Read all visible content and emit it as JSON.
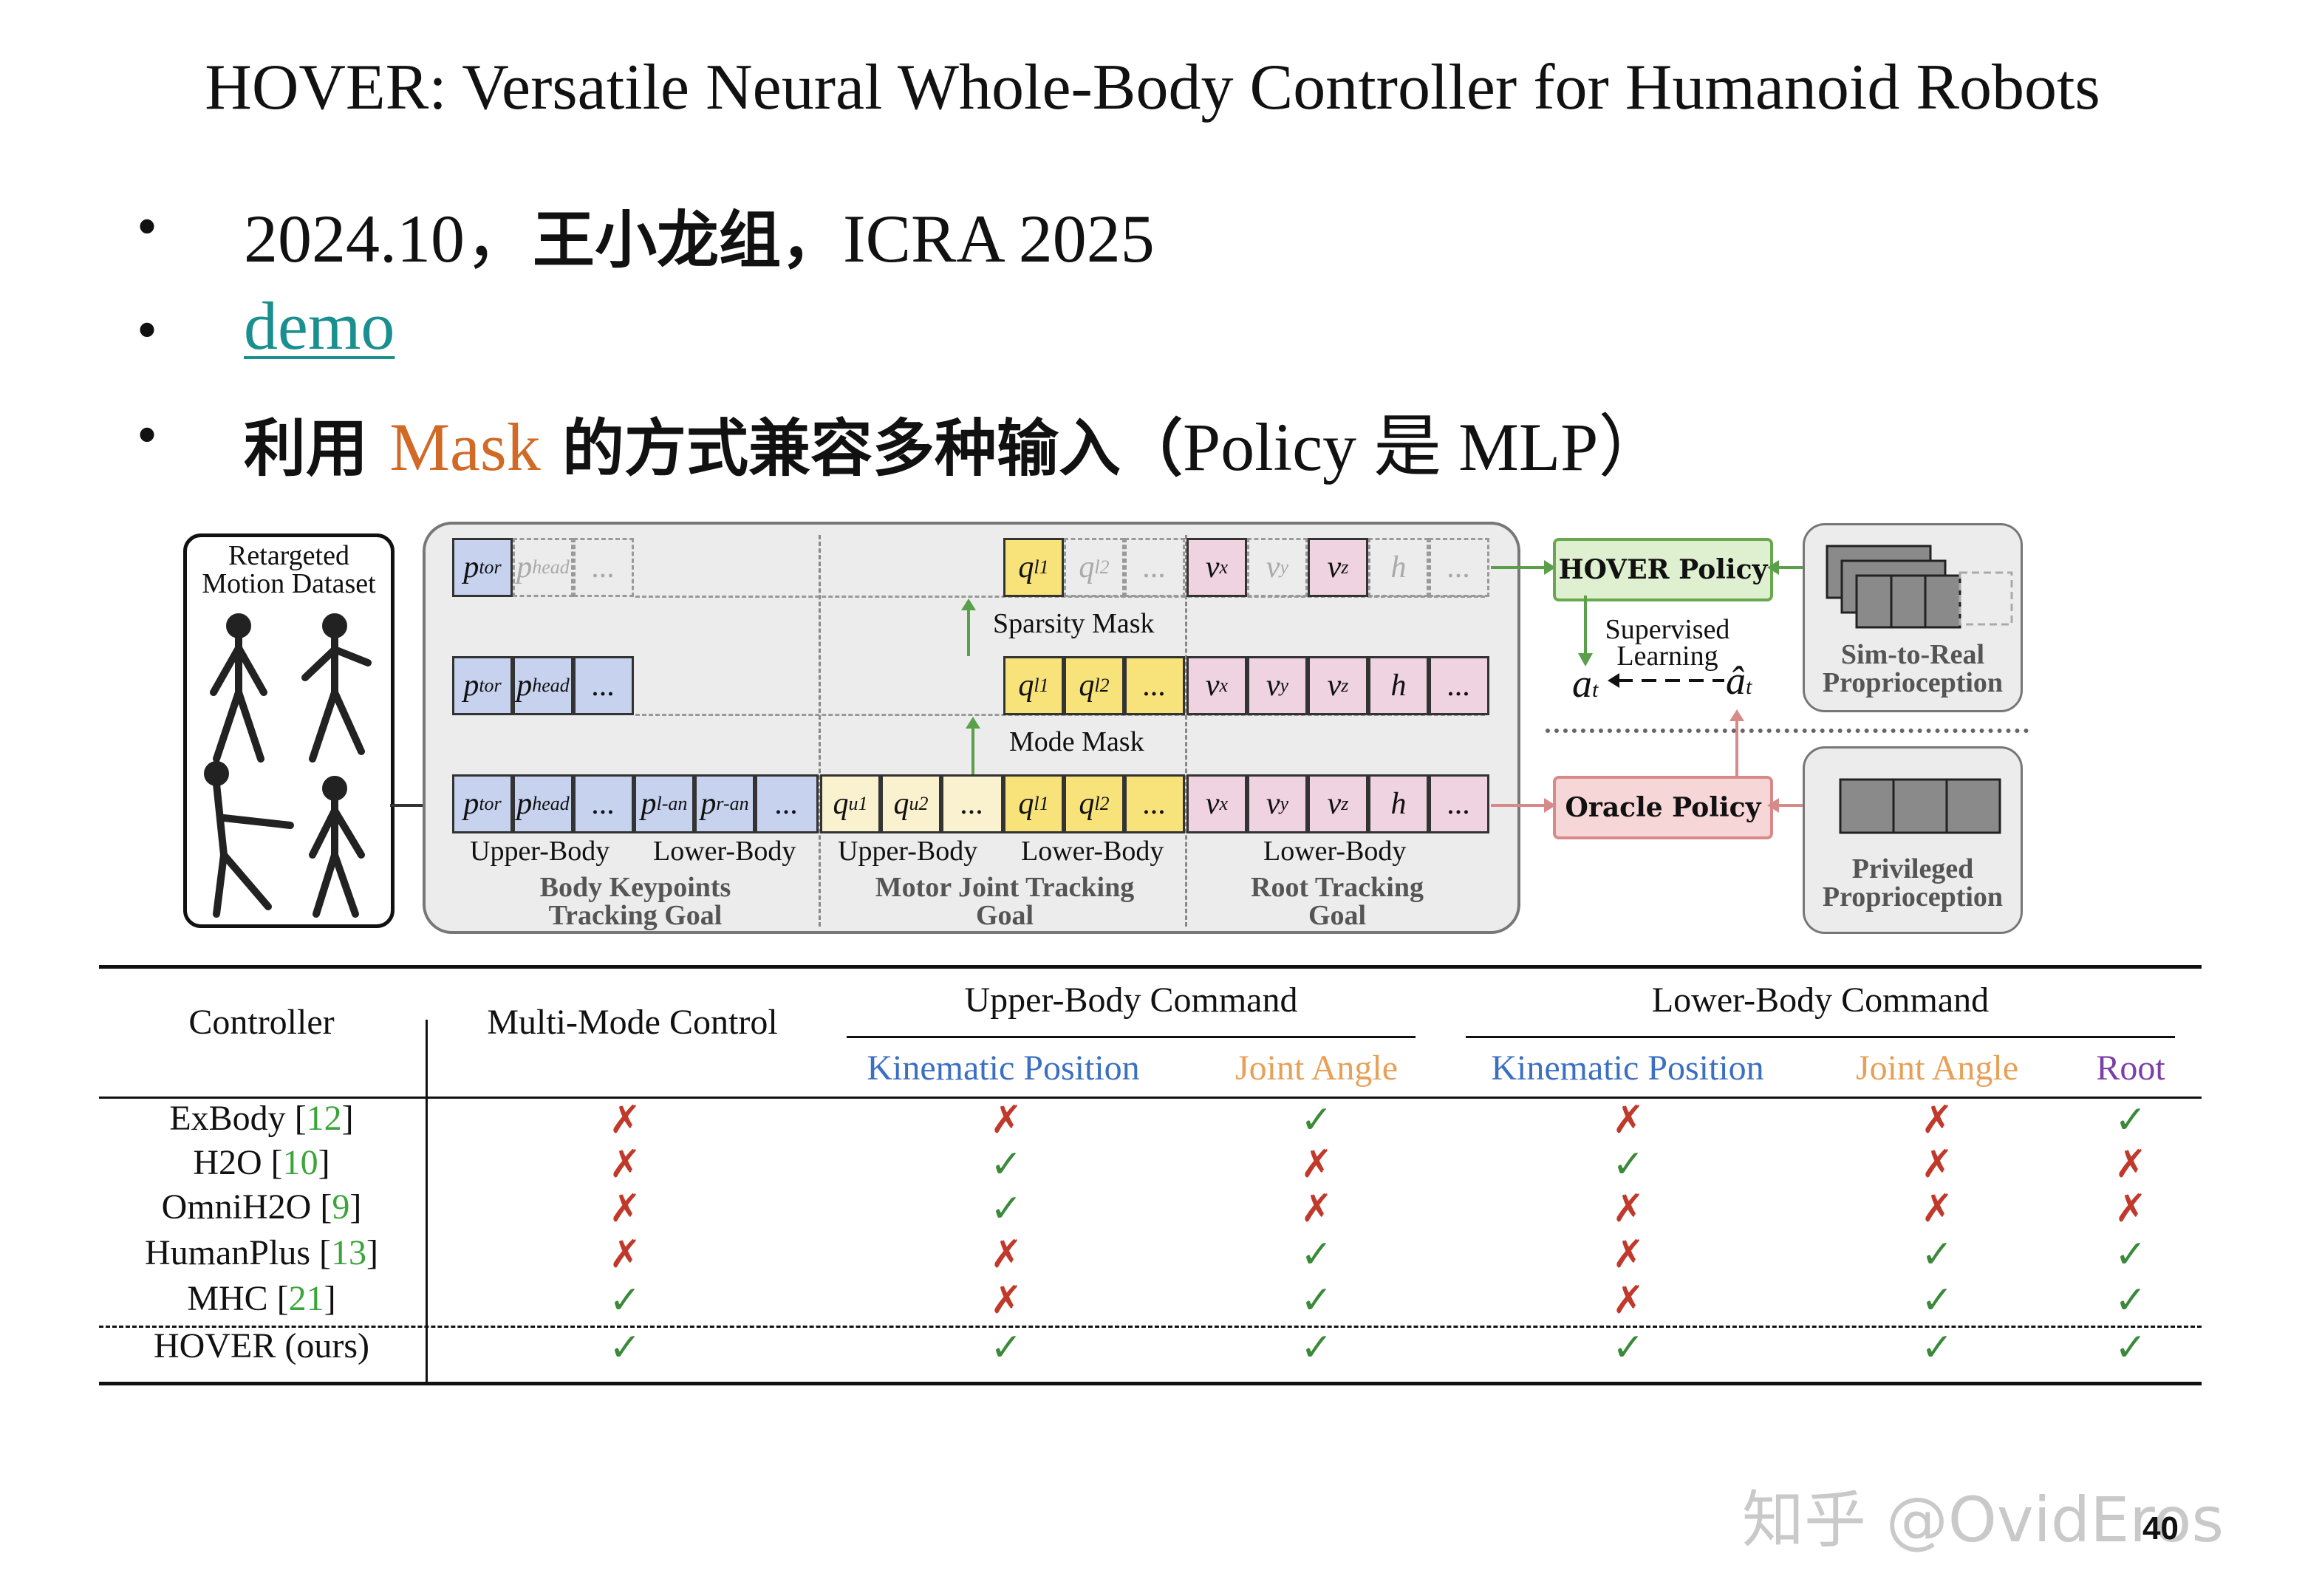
{
  "slide": {
    "title": "HOVER: Versatile Neural Whole-Body Controller for Humanoid Robots",
    "bullets": [
      {
        "a": "2024.10，",
        "b": "王小龙组，",
        "c": "ICRA 2025"
      },
      {
        "link": "demo"
      },
      {
        "pre": "利用 ",
        "mask": "Mask",
        "post": " 的方式兼容多种输入（",
        "policy": "Policy 是 MLP）"
      }
    ],
    "page_number": "40",
    "watermark": "知乎 @OvidEros"
  },
  "diagram": {
    "dataset_label": "Retargeted Motion Dataset",
    "sparsity_mask": "Sparsity Mask",
    "mode_mask": "Mode Mask",
    "upper_body": "Upper-Body",
    "lower_body": "Lower-Body",
    "goal1": "Body Keypoints Tracking Goal",
    "goal2": "Motor Joint Tracking Goal",
    "goal3": "Root Tracking Goal",
    "hover_policy": "HOVER Policy",
    "oracle_policy": "Oracle Policy",
    "supervised": "Supervised Learning",
    "sim_to_real": "Sim-to-Real Proprioception",
    "privileged": "Privileged Proprioception",
    "ellipsis": "..."
  },
  "table": {
    "headers": {
      "controller": "Controller",
      "multimode": "Multi-Mode Control",
      "upper": "Upper-Body Command",
      "lower": "Lower-Body Command",
      "kin1": "Kinematic Position",
      "joint1": "Joint Angle",
      "kin2": "Kinematic Position",
      "joint2": "Joint Angle",
      "root": "Root"
    },
    "colors": {
      "kin": "#3b6fc4",
      "joint": "#e8a056",
      "root": "#7b3fa8"
    },
    "rows": [
      {
        "name": "ExBody",
        "ref": "12",
        "marks": [
          "✗",
          "✗",
          "✓",
          "✗",
          "✗",
          "✓"
        ]
      },
      {
        "name": "H2O",
        "ref": "10",
        "marks": [
          "✗",
          "✓",
          "✗",
          "✓",
          "✗",
          "✗"
        ]
      },
      {
        "name": "OmniH2O",
        "ref": "9",
        "marks": [
          "✗",
          "✓",
          "✗",
          "✗",
          "✗",
          "✗"
        ]
      },
      {
        "name": "HumanPlus",
        "ref": "13",
        "marks": [
          "✗",
          "✗",
          "✓",
          "✗",
          "✓",
          "✓"
        ]
      },
      {
        "name": "MHC",
        "ref": "21",
        "marks": [
          "✓",
          "✗",
          "✓",
          "✗",
          "✓",
          "✓"
        ]
      },
      {
        "name": "HOVER (ours)",
        "ref": "",
        "marks": [
          "✓",
          "✓",
          "✓",
          "✓",
          "✓",
          "✓"
        ]
      }
    ]
  }
}
